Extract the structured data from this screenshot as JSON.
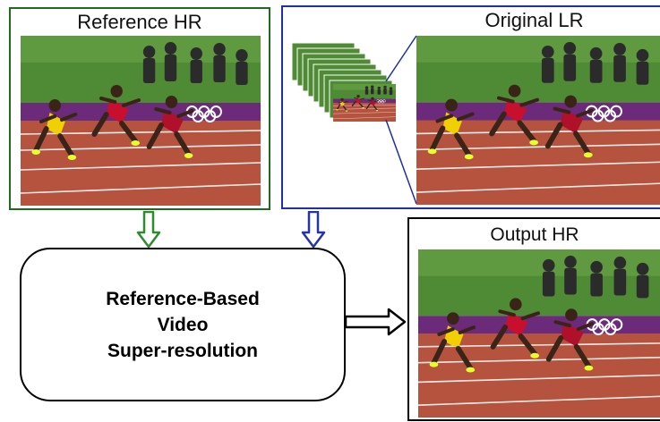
{
  "colors": {
    "reference_border": "#1e6b1e",
    "original_border": "#1f2fa8",
    "output_border": "#000000",
    "arrow_green": "#2e8b2e",
    "arrow_blue": "#2433b0",
    "track": "#b5533f",
    "grass": "#4f8a35",
    "banner": "#6b2a7a"
  },
  "panels": {
    "reference": {
      "title": "Reference HR"
    },
    "original": {
      "title": "Original LR"
    },
    "output": {
      "title": "Output HR"
    }
  },
  "process": {
    "label": "Reference-Based\nVideo\nSuper-resolution"
  },
  "icons": {
    "down_green": "arrow-down-outline",
    "down_blue": "arrow-down-outline",
    "right": "arrow-right-outline"
  }
}
